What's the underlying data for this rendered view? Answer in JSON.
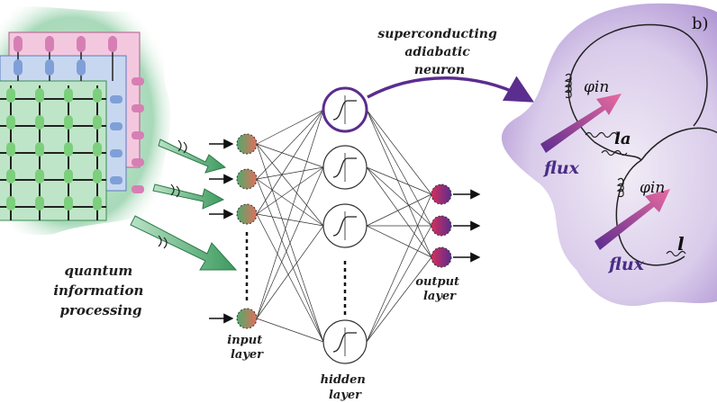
{
  "labels": {
    "qip_line1": "quantum",
    "qip_line2": "information",
    "qip_line3": "processing",
    "neuron_line1": "superconducting",
    "neuron_line2": "adiabatic",
    "neuron_line3": "neuron",
    "input_line1": "input",
    "input_line2": "layer",
    "hidden_line1": "hidden",
    "hidden_line2": "layer",
    "output_line1": "output",
    "output_line2": "layer",
    "panel": "b)",
    "flux_top": "flux",
    "flux_bottom": "flux",
    "phi_top": "φin",
    "phi_bottom": "φin",
    "la": "la",
    "l": "l"
  },
  "colors": {
    "violet": "#5b2d8e",
    "panel_fill": "#c9b6e2",
    "green_cell": "#7ccf7c",
    "blue_cell": "#7f9fd8",
    "pink_cell": "#d77fb4",
    "output_node_a": "#cc2a5c",
    "output_node_b": "#5a2d8c"
  }
}
